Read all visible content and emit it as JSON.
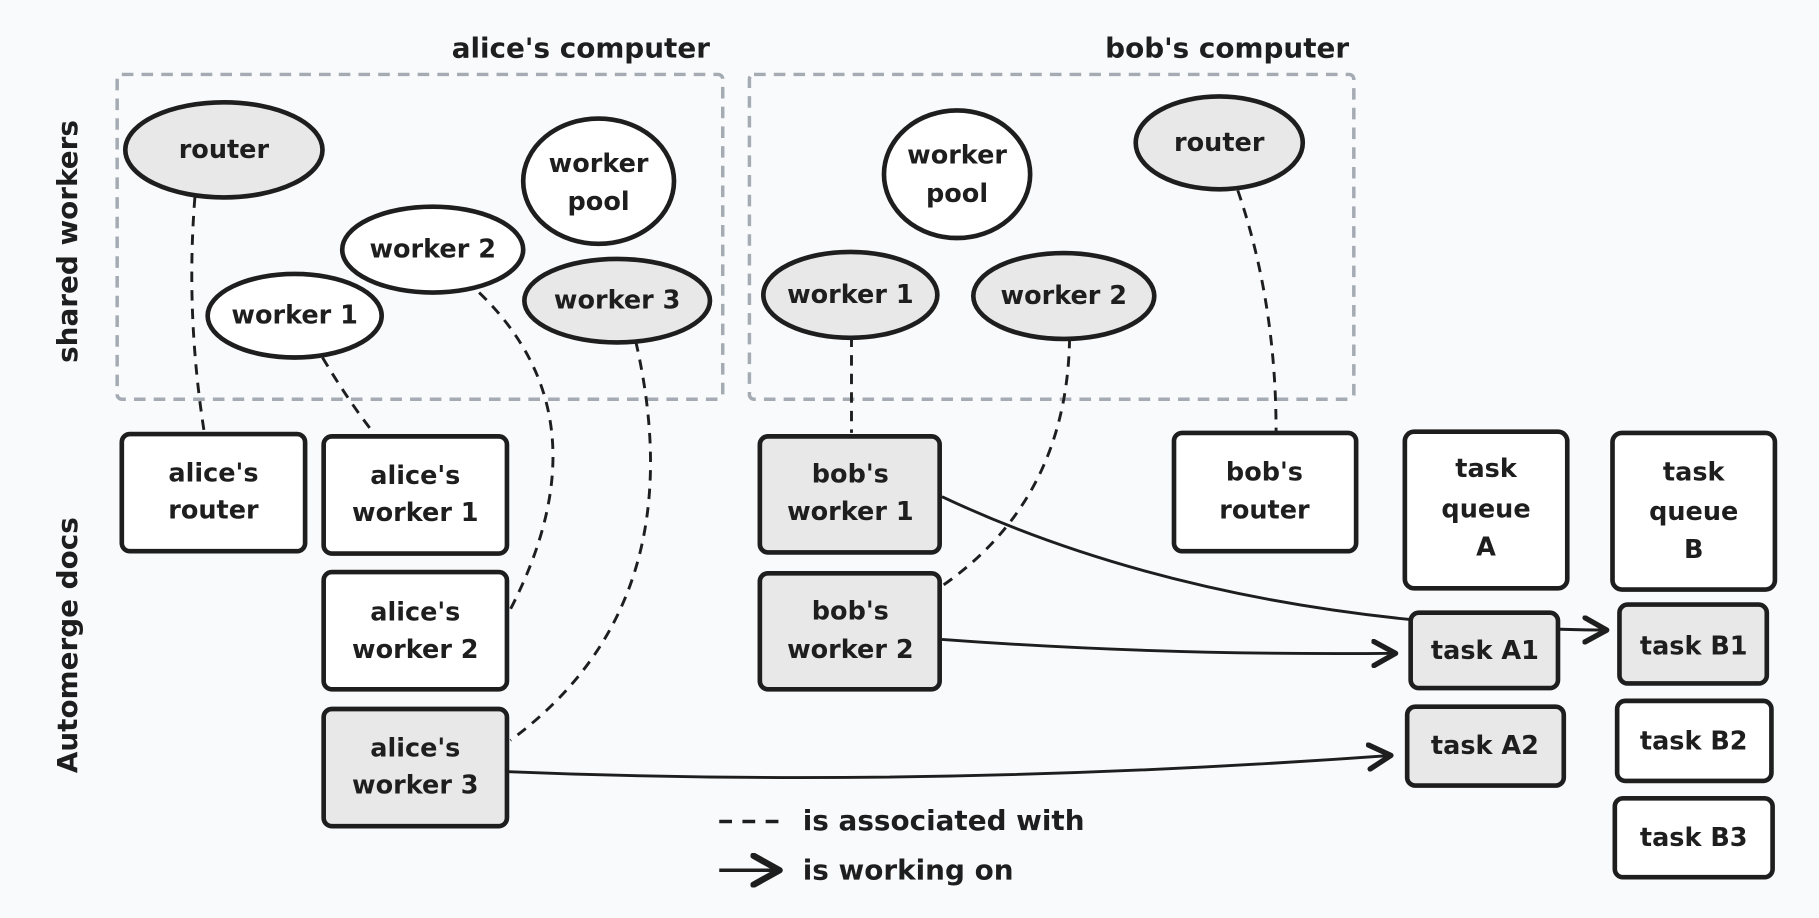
{
  "groups": {
    "alice": {
      "title": "alice's computer"
    },
    "bob": {
      "title": "bob's computer"
    }
  },
  "rows": {
    "shared_workers": "shared workers",
    "automerge_docs": "Automerge docs"
  },
  "alice_workers": {
    "router": "router",
    "worker_pool": [
      "worker",
      "pool"
    ],
    "worker1": "worker 1",
    "worker2": "worker 2",
    "worker3": "worker 3"
  },
  "bob_workers": {
    "router": "router",
    "worker_pool": [
      "worker",
      "pool"
    ],
    "worker1": "worker 1",
    "worker2": "worker 2"
  },
  "docs": {
    "alice_router": [
      "alice's",
      "router"
    ],
    "alice_worker1": [
      "alice's",
      "worker 1"
    ],
    "alice_worker2": [
      "alice's",
      "worker 2"
    ],
    "alice_worker3": [
      "alice's",
      "worker 3"
    ],
    "bob_worker1": [
      "bob's",
      "worker 1"
    ],
    "bob_worker2": [
      "bob's",
      "worker 2"
    ],
    "bob_router": [
      "bob's",
      "router"
    ],
    "queue_a": [
      "task",
      "queue",
      "A"
    ],
    "queue_b": [
      "task",
      "queue",
      "B"
    ],
    "task_a1": "task A1",
    "task_a2": "task A2",
    "task_b1": "task B1",
    "task_b2": "task B2",
    "task_b3": "task B3"
  },
  "state": {
    "active_fill": "#e8e8e8",
    "idle_fill": "#ffffff",
    "active_nodes": [
      "alice router",
      "alice worker 3",
      "bob worker 1",
      "bob worker 2",
      "bob router",
      "alice's worker 3",
      "bob's worker 1",
      "bob's worker 2",
      "task A1",
      "task A2",
      "task B1"
    ]
  },
  "legend": {
    "associated": "is associated with",
    "working": "is working on"
  },
  "colors": {
    "stroke": "#1e1e1e",
    "group_border": "#a5abb3",
    "background": "#f9fafc"
  }
}
